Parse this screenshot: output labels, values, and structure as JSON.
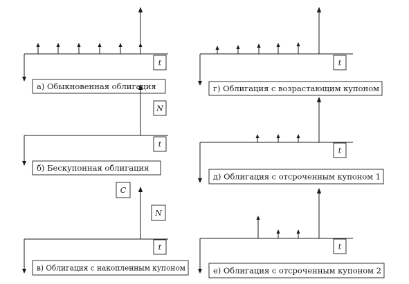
{
  "panels": [
    {
      "id": "a",
      "caption": "а) Обыкновенная облигация",
      "axis_label": "t",
      "box_labels": []
    },
    {
      "id": "b",
      "caption": "б) Бескупонная облигация",
      "axis_label": "t",
      "box_labels": [
        "N"
      ]
    },
    {
      "id": "v",
      "caption": "в) Облигация с накопленным купоном",
      "axis_label": "t",
      "box_labels": [
        "C",
        "N"
      ]
    },
    {
      "id": "g",
      "caption": "г) Облигация с возрастающим купоном",
      "axis_label": "t",
      "box_labels": []
    },
    {
      "id": "d",
      "caption": "д) Облигация с отсроченным купоном 1",
      "axis_label": "t",
      "box_labels": []
    },
    {
      "id": "e",
      "caption": "е) Облигация с отсроченным купоном 2",
      "axis_label": "t",
      "box_labels": []
    }
  ]
}
